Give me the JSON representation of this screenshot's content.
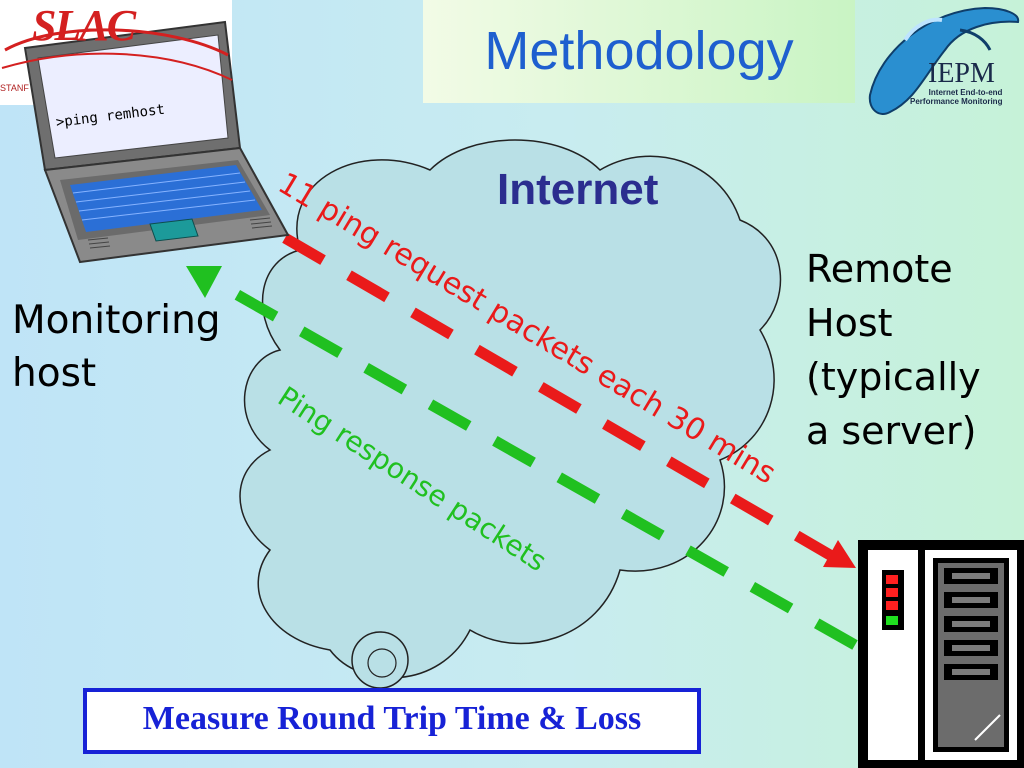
{
  "title": "Methodology",
  "cloud_label": "Internet",
  "monitoring_host": {
    "line1": "Monitoring",
    "line2": "host"
  },
  "remote_host": {
    "line1": "Remote",
    "line2": "Host",
    "line3": "(typically",
    "line4": "a server)"
  },
  "request_label": "11 ping request packets each 30 mins",
  "response_label": "Ping response packets",
  "terminal_command": ">ping remhost",
  "footer_box": "Measure Round Trip Time & Loss",
  "logos": {
    "slac": "SLAC",
    "slac_sub": "STANF",
    "iepm": "IEPM",
    "iepm_sub_line1": "Internet End-to-end",
    "iepm_sub_line2": "Performance Monitoring"
  },
  "colors": {
    "request_arrow": "#ea1a1a",
    "response_arrow": "#20c020",
    "title": "#1e5fcf",
    "cloud_fill": "#b9e0e6",
    "footer_border": "#1722d6"
  },
  "icons": [
    "laptop-icon",
    "server-icon",
    "cloud-icon",
    "slac-logo",
    "iepm-dolphin-logo"
  ]
}
